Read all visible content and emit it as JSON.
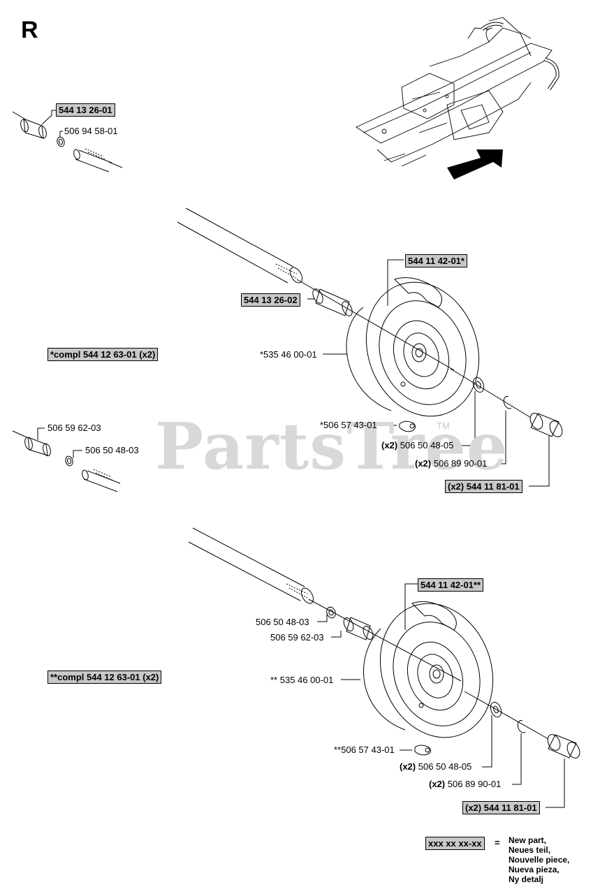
{
  "section_letter": "R",
  "watermark": {
    "text": "PartsTree",
    "tm": "TM"
  },
  "parts": {
    "top_sleeve": "544 13 26-01",
    "top_washer": "506 94 58-01",
    "wheel_a_hub": "544 11 42-01*",
    "wheel_a_sleeve": "544 13 26-02",
    "compl_a": "*compl 544 12 63-01 (x2)",
    "wheel_a_tire": "*535 46 00-01",
    "mid_sleeve": "506 59 62-03",
    "mid_washer": "506 50 48-03",
    "wheel_a_valve": "*506 57 43-01",
    "wheel_a_washer_qty": "(x2)",
    "wheel_a_washer": "506 50 48-05",
    "wheel_a_clip_qty": "(x2)",
    "wheel_a_clip": "506 89 90-01",
    "wheel_a_cap": "(x2) 544 11 81-01",
    "wheel_b_hub": "544 11 42-01**",
    "wheel_b_washer_in": "506 50 48-03",
    "wheel_b_sleeve": "506 59 62-03",
    "compl_b": "**compl 544 12 63-01 (x2)",
    "wheel_b_tire": "** 535 46 00-01",
    "wheel_b_valve": "**506 57 43-01",
    "wheel_b_washer_qty": "(x2)",
    "wheel_b_washer": "506 50 48-05",
    "wheel_b_clip_qty": "(x2)",
    "wheel_b_clip": "506 89 90-01",
    "wheel_b_cap": "(x2) 544 11 81-01"
  },
  "legend": {
    "box": "xxx xx xx-xx",
    "equals": "=",
    "lines": [
      "New part,",
      "Neues teil,",
      "Nouvelle piece,",
      "Nueva pieza,",
      "Ny detalj"
    ]
  }
}
